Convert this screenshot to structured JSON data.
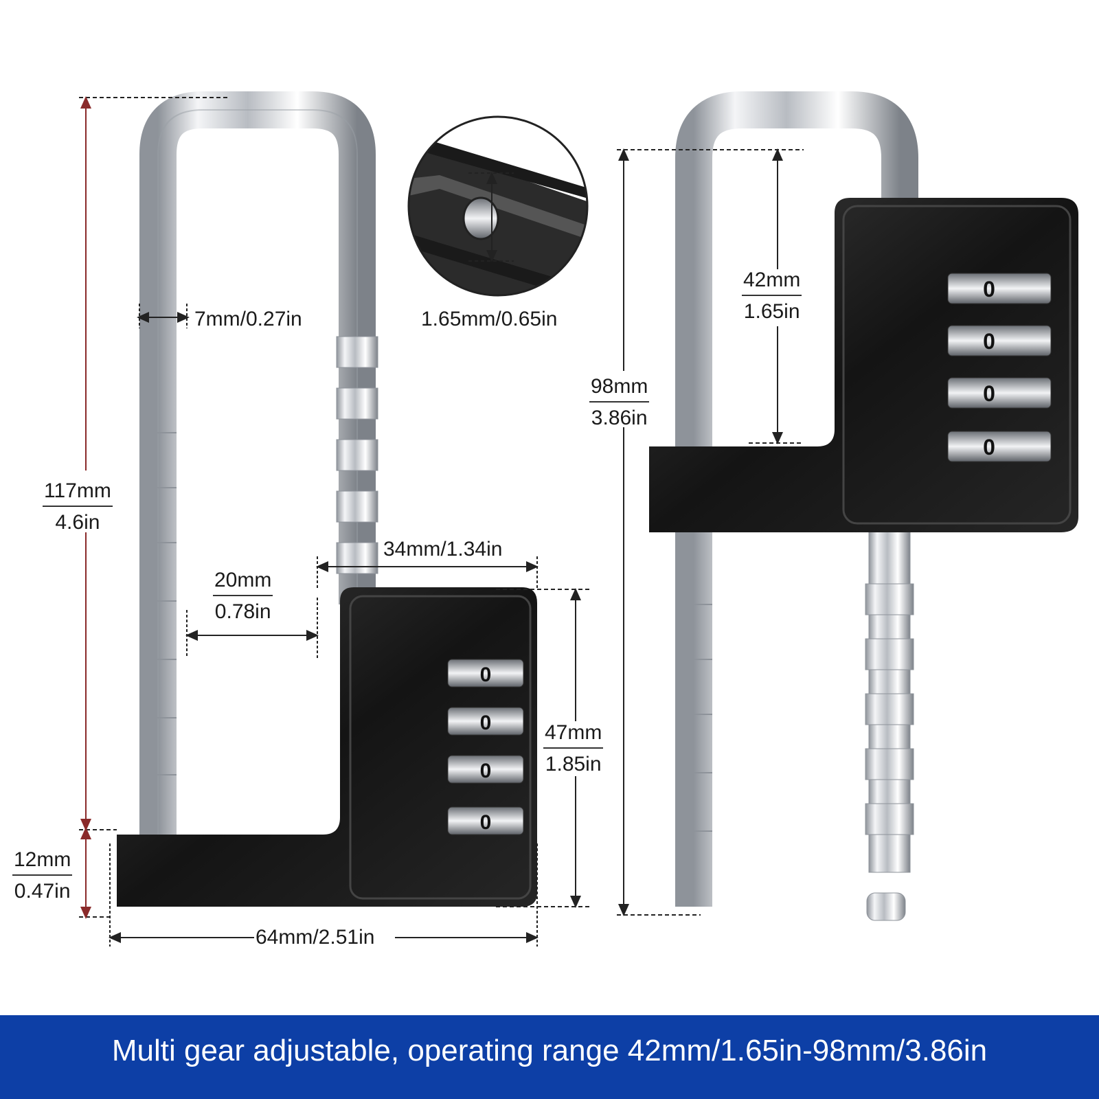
{
  "labels": {
    "shackle_diameter": "7mm/0.27in",
    "pin_hole": "1.65mm/0.65in",
    "total_height_mm": "117mm",
    "total_height_in": "4.6in",
    "inner_width_mm": "20mm",
    "inner_width_in": "0.78in",
    "body_width": "34mm/1.34in",
    "body_height_mm": "47mm",
    "body_height_in": "1.85in",
    "base_thickness_mm": "12mm",
    "base_thickness_in": "0.47in",
    "overall_width": "64mm/2.51in",
    "min_range_mm": "42mm",
    "min_range_in": "1.65in",
    "max_range_mm": "98mm",
    "max_range_in": "3.86in"
  },
  "banner": {
    "text": "Multi gear adjustable,  operating range 42mm/1.65in-98mm/3.86in"
  },
  "lock_left": {
    "dials": [
      "0",
      "0",
      "0",
      "0"
    ]
  },
  "lock_right": {
    "dials": [
      "0",
      "0",
      "0",
      "0"
    ]
  },
  "colors": {
    "banner": "#0d3fa6",
    "lock_body": "#1b1b1b",
    "chrome": "#c9ccd1",
    "dimension_arrow_red": "#8a2a2a"
  }
}
